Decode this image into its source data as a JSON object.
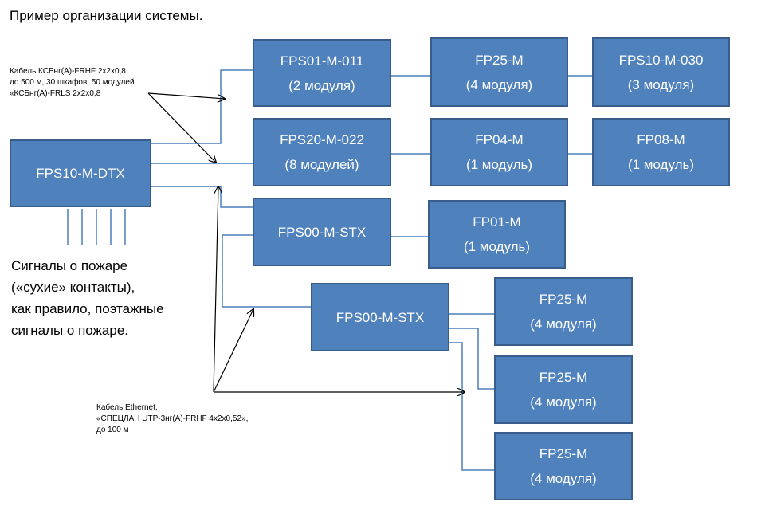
{
  "title": "Пример организации системы.",
  "colors": {
    "box_fill": "#4f81bd",
    "box_border": "#385d8a",
    "wire": "#4a7ebb",
    "arrow": "#000000"
  },
  "nodes": {
    "dtx": {
      "line1": "FPS10-M-DTX",
      "line2": ""
    },
    "fps01": {
      "line1": "FPS01-M-011",
      "line2": "(2 модуля)"
    },
    "fp25_top": {
      "line1": "FP25-M",
      "line2": "(4 модуля)"
    },
    "fps10_030": {
      "line1": "FPS10-M-030",
      "line2": "(3 модуля)"
    },
    "fps20": {
      "line1": "FPS20-M-022",
      "line2": "(8 модулей)"
    },
    "fp04": {
      "line1": "FP04-M",
      "line2": "(1 модуль)"
    },
    "fp08": {
      "line1": "FP08-M",
      "line2": "(1 модуль)"
    },
    "stx1": {
      "line1": "FPS00-M-STX",
      "line2": ""
    },
    "fp01": {
      "line1": "FP01-M",
      "line2": "(1 модуль)"
    },
    "stx2": {
      "line1": "FPS00-M-STX",
      "line2": ""
    },
    "fp25_a": {
      "line1": "FP25-M",
      "line2": "(4 модуля)"
    },
    "fp25_b": {
      "line1": "FP25-M",
      "line2": "(4 модуля)"
    },
    "fp25_c": {
      "line1": "FP25-M",
      "line2": "(4 модуля)"
    }
  },
  "notes": {
    "cable_top": [
      "Кабель КСБнг(А)-FRHF 2х2х0,8,",
      "до 500 м, 30 шкафов, 50 модулей",
      "«КСБнг(А)-FRLS 2х2х0,8"
    ],
    "signals": [
      "Сигналы о пожаре",
      "(«сухие» контакты),",
      "как правило, поэтажные",
      "сигналы о пожаре."
    ],
    "cable_ethernet": [
      "Кабель Ethernet,",
      "«СПЕЦЛАН UTP-3нг(А)-FRHF 4х2х0,52»,",
      "до 100 м"
    ]
  }
}
